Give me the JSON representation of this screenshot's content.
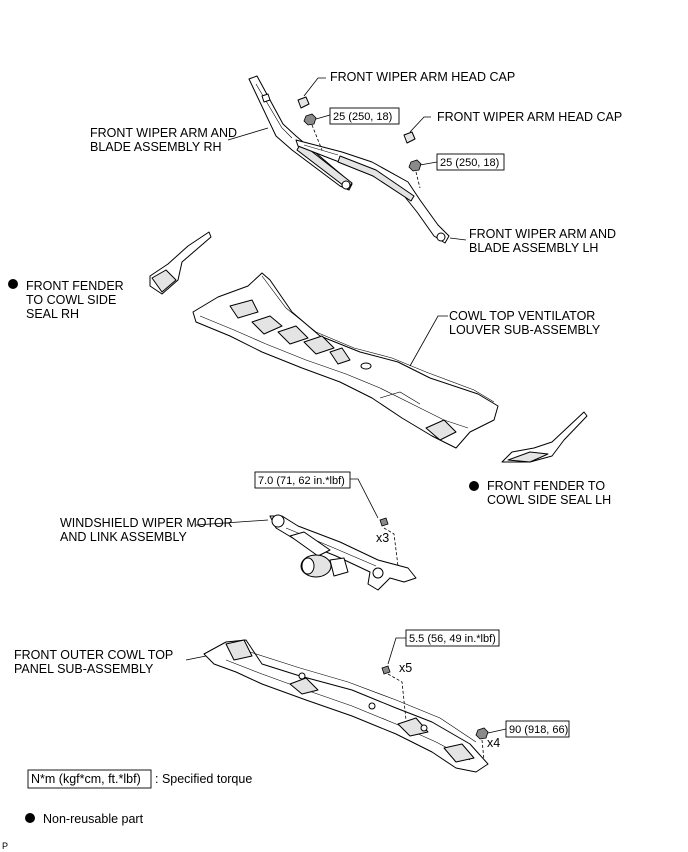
{
  "labels": {
    "head_cap_1": "FRONT WIPER ARM HEAD CAP",
    "head_cap_2": "FRONT WIPER ARM HEAD CAP",
    "arm_rh": [
      "FRONT WIPER ARM AND",
      "BLADE ASSEMBLY RH"
    ],
    "arm_lh": [
      "FRONT WIPER ARM AND",
      "BLADE ASSEMBLY LH"
    ],
    "seal_rh": [
      "FRONT FENDER",
      "TO COWL SIDE",
      "SEAL RH"
    ],
    "louver": [
      "COWL TOP VENTILATOR",
      "LOUVER SUB-ASSEMBLY"
    ],
    "seal_lh": [
      "FRONT FENDER TO",
      "COWL SIDE SEAL LH"
    ],
    "wiper_motor": [
      "WINDSHIELD WIPER MOTOR",
      "AND LINK ASSEMBLY"
    ],
    "outer_cowl": [
      "FRONT OUTER COWL TOP",
      "PANEL SUB-ASSEMBLY"
    ]
  },
  "torques": {
    "arm_nut_rh": "25 (250, 18)",
    "arm_nut_lh": "25 (250, 18)",
    "motor_bolt": "7.0 (71, 62 in.*lbf)",
    "cowl_bolt": "5.5 (56, 49 in.*lbf)",
    "cowl_nut": "90 (918, 66)"
  },
  "quantities": {
    "motor_bolt": "x3",
    "cowl_bolt": "x5",
    "cowl_nut": "x4"
  },
  "legend": {
    "torque_box": "N*m (kgf*cm, ft.*lbf)",
    "torque_desc": ": Specified torque",
    "nonreusable": "Non-reusable part"
  },
  "corner_mark": "P"
}
